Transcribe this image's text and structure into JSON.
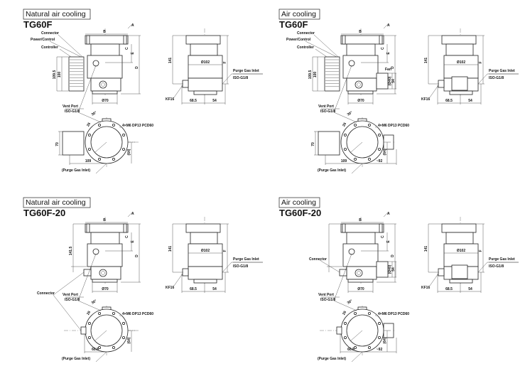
{
  "panels": [
    {
      "variant": "natural",
      "is20": false,
      "badge": "Natural air cooling",
      "model": "TG60F",
      "labels": {
        "connector": "Connector",
        "power_control": "Power/Control",
        "controller": "Controller",
        "A": "A",
        "B": "B",
        "C": "C",
        "D": "D",
        "E": "E",
        "F": "F",
        "h1": "109.5",
        "h2": "100",
        "dia70": "Ø70",
        "vent1": "Vent Port",
        "vent2": "ISO-G1/8",
        "ang": "30°",
        "d26": "26",
        "holes": "4×M6  DP13  PCD60",
        "w70": "70",
        "d109": "109",
        "d64": "(64)",
        "purge_b": "(Purge Gas Inlet)",
        "side141": "141",
        "dia102": "Ø102",
        "purge1": "Purge Gas Inlet",
        "purge2": "ISO-G1/8",
        "kf": "KF16",
        "d685": "68.5",
        "d54": "54"
      }
    },
    {
      "variant": "air",
      "is20": false,
      "badge": "Air cooling",
      "model": "TG60F",
      "labels": {
        "connector": "Connector",
        "power_control": "Power/Control",
        "controller": "Controller",
        "A": "A",
        "B": "B",
        "C": "C",
        "D": "D",
        "E": "E",
        "F": "F",
        "h1": "109.5",
        "h2": "100",
        "dia70": "Ø70",
        "vent1": "Vent Port",
        "vent2": "ISO-G1/8",
        "ang": "30°",
        "d26": "26",
        "holes": "4×M6  DP13  PCD60",
        "w70": "70",
        "d109": "109",
        "d64": "(64)",
        "purge_b": "(Purge Gas Inlet)",
        "side141": "141",
        "dia102": "Ø102",
        "purge1": "Purge Gas Inlet",
        "purge2": "ISO-G1/8",
        "kf": "KF16",
        "d685": "68.5",
        "d54": "54",
        "fan": "Fan",
        "d40": "(Ø40)",
        "d54b": "54",
        "d92": "~92"
      }
    },
    {
      "variant": "natural",
      "is20": true,
      "badge": "Natural air cooling",
      "model": "TG60F-20",
      "labels": {
        "connector": "Connector",
        "A": "A",
        "B": "B",
        "C": "C",
        "D": "D",
        "E": "E",
        "F": "F",
        "h1415": "141.5",
        "dia70": "Ø70",
        "vent1": "Vent Port",
        "vent2": "ISO-G1/8",
        "ang": "30°",
        "d26": "26",
        "holes": "4×M6  DP13  PCD60",
        "d605": "60.5",
        "d64": "(64)",
        "purge_b": "(Purge Gas Inlet)",
        "side141": "141",
        "dia102": "Ø102",
        "purge1": "Purge Gas Inlet",
        "purge2": "ISO-G1/8",
        "kf": "KF16",
        "d685": "68.5",
        "d54": "54"
      }
    },
    {
      "variant": "air",
      "is20": true,
      "badge": "Air cooling",
      "model": "TG60F-20",
      "labels": {
        "connector": "Connector",
        "A": "A",
        "B": "B",
        "C": "C",
        "D": "D",
        "E": "E",
        "F": "F",
        "dia70": "Ø70",
        "vent1": "Vent Port",
        "vent2": "ISO-G1/8",
        "ang": "30°",
        "d26": "26",
        "holes": "4×M6  DP13  PCD60",
        "d605": "60.5",
        "d64": "(64)",
        "purge_b": "(Purge Gas Inlet)",
        "side141": "141",
        "dia102": "Ø102",
        "purge1": "Purge Gas Inlet",
        "purge2": "ISO-G1/8",
        "kf": "KF16",
        "d685": "68.5",
        "d54": "54",
        "d40": "(Ø40)",
        "d54b": "54",
        "d92": "~92"
      }
    }
  ]
}
